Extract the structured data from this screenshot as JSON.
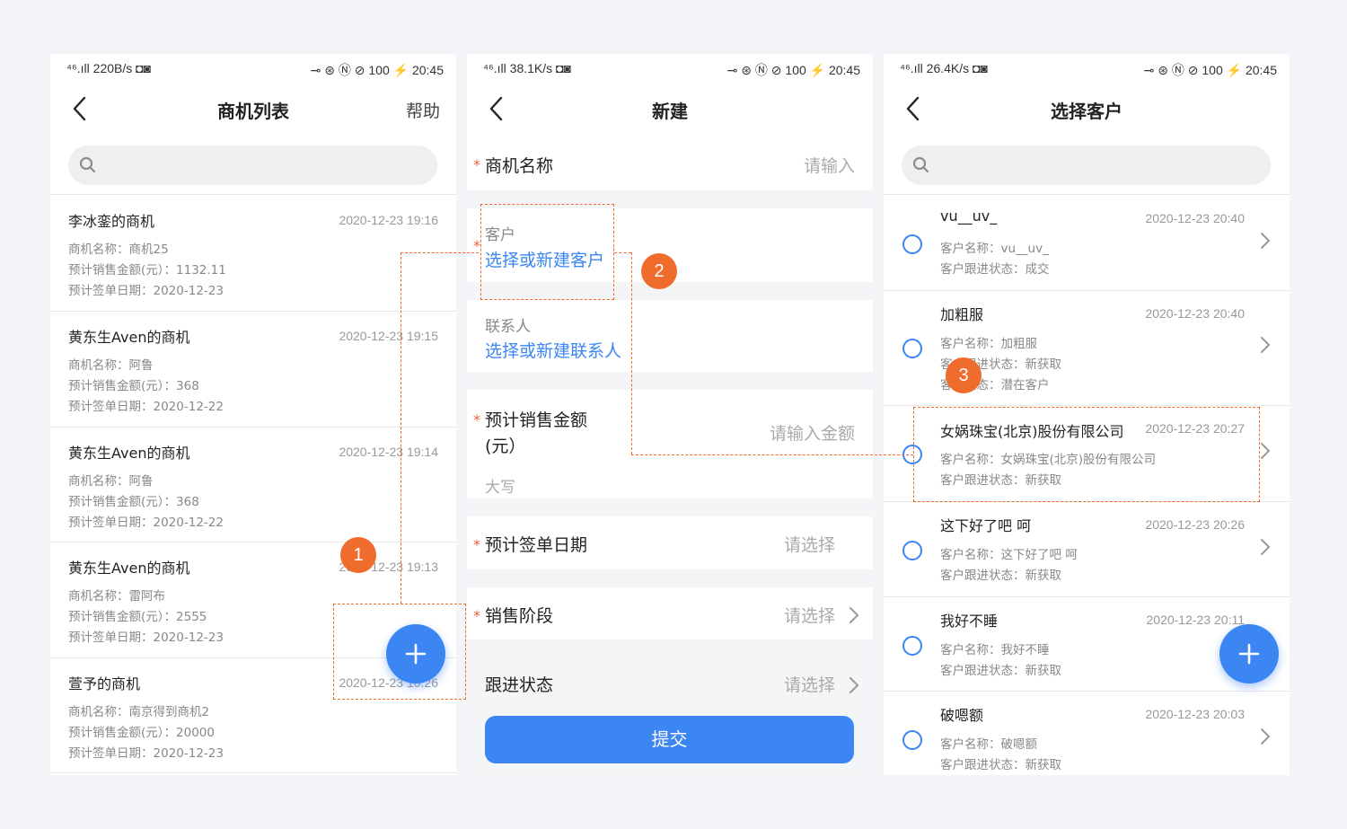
{
  "status_bars": [
    {
      "left": "⁴⁶.ıll 220B/s ◘◙",
      "right": "⊸ ⊛ Ⓝ ⊘ 100 ⚡ 20:45"
    },
    {
      "left": "⁴⁶.ıll 38.1K/s ◘◙",
      "right": "⊸ ⊛ Ⓝ ⊘ 100 ⚡ 20:45"
    },
    {
      "left": "⁴⁶.ıll 26.4K/s ◘◙",
      "right": "⊸ ⊛ Ⓝ ⊘ 100 ⚡ 20:45"
    }
  ],
  "screen1": {
    "title": "商机列表",
    "help": "帮助",
    "search_placeholder": "",
    "items": [
      {
        "name": "李冰銮的商机",
        "time": "2020-12-23 19:16",
        "opp": "商机名称：商机25",
        "amount": "预计销售金额(元）：1132.11",
        "date": "预计签单日期：2020-12-23"
      },
      {
        "name": "黄东生Aven的商机",
        "time": "2020-12-23 19:15",
        "opp": "商机名称：阿鲁",
        "amount": "预计销售金额(元）：368",
        "date": "预计签单日期：2020-12-22"
      },
      {
        "name": "黄东生Aven的商机",
        "time": "2020-12-23 19:14",
        "opp": "商机名称：阿鲁",
        "amount": "预计销售金额(元）：368",
        "date": "预计签单日期：2020-12-22"
      },
      {
        "name": "黄东生Aven的商机",
        "time": "2020-12-23 19:13",
        "opp": "商机名称：雷阿布",
        "amount": "预计销售金额(元）：2555",
        "date": "预计签单日期：2020-12-23"
      },
      {
        "name": "萱予的商机",
        "time": "2020-12-23 10:26",
        "opp": "商机名称：南京得到商机2",
        "amount": "预计销售金额(元）：20000",
        "date": "预计签单日期：2020-12-23"
      }
    ]
  },
  "screen2": {
    "title": "新建",
    "required_mark": "*",
    "opp_name_label": "商机名称",
    "opp_name_placeholder": "请输入",
    "customer_label": "客户",
    "customer_link": "选择或新建客户",
    "contact_label": "联系人",
    "contact_link": "选择或新建联系人",
    "amount_label_1": "预计销售金额",
    "amount_label_2": "(元）",
    "amount_placeholder": "请输入金额",
    "amount_caps": "大写",
    "sign_date_label": "预计签单日期",
    "sign_date_placeholder": "请选择",
    "stage_label": "销售阶段",
    "stage_placeholder": "请选择",
    "follow_label": "跟进状态",
    "follow_placeholder": "请选择",
    "submit": "提交"
  },
  "screen3": {
    "title": "选择客户",
    "search_placeholder": "",
    "customers": [
      {
        "name": "vu__uv_",
        "time": "2020-12-23 20:40",
        "lines": [
          "客户名称：vu__uv_",
          "客户跟进状态：成交"
        ]
      },
      {
        "name": "加粗服",
        "time": "2020-12-23 20:40",
        "lines": [
          "客户名称：加粗服",
          "客户跟进状态：新获取",
          "客户状态：潜在客户"
        ]
      },
      {
        "name": "女娲珠宝(北京)股份有限公司",
        "time": "2020-12-23 20:27",
        "lines": [
          "客户名称：女娲珠宝(北京)股份有限公司",
          "客户跟进状态：新获取"
        ]
      },
      {
        "name": "这下好了吧 呵",
        "time": "2020-12-23 20:26",
        "lines": [
          "客户名称：这下好了吧 呵",
          "客户跟进状态：新获取"
        ]
      },
      {
        "name": "我好不睡",
        "time": "2020-12-23 20:11",
        "lines": [
          "客户名称：我好不睡",
          "客户跟进状态：新获取"
        ]
      },
      {
        "name": "破嗯额",
        "time": "2020-12-23 20:03",
        "lines": [
          "客户名称：破嗯额",
          "客户跟进状态：新获取"
        ]
      }
    ]
  },
  "annotations": {
    "step1": "1",
    "step2": "2",
    "step3": "3"
  },
  "colors": {
    "accent": "#3b86f2",
    "annotation": "#ef6c2c",
    "required": "#f05c3a"
  }
}
